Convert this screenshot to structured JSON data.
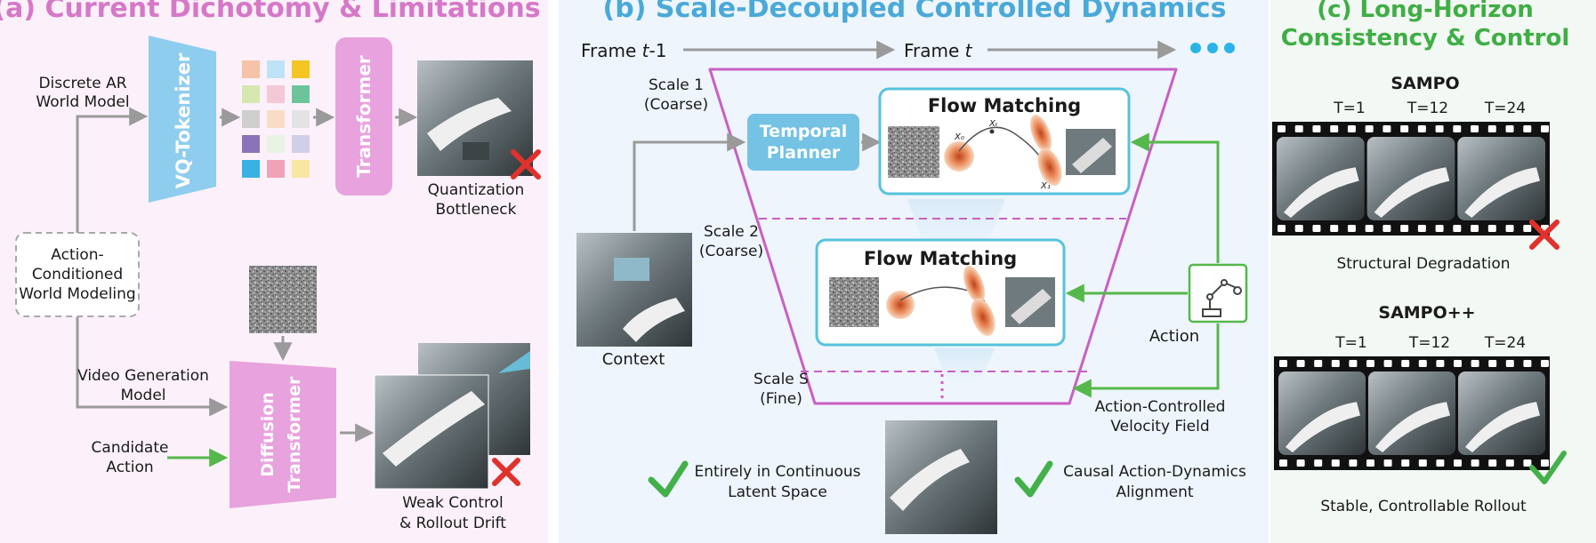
{
  "panel_a": {
    "title": "(a) Current Dichotomy & Limitations",
    "discrete_line1": "Discrete AR",
    "discrete_line2": "World Model",
    "vq_tokenizer": "VQ-Tokenizer",
    "transformer": "Transformer",
    "quant_line1": "Quantization",
    "quant_line2": "Bottleneck",
    "action_line1": "Action-",
    "action_line2": "Conditioned",
    "action_line3": "World Modeling",
    "video_line1": "Video Generation",
    "video_line2": "Model",
    "candidate_line1": "Candidate",
    "candidate_line2": "Action",
    "diffusion_line1": "Diffusion",
    "diffusion_line2": "Transformer",
    "weak_line1": "Weak Control",
    "weak_line2": "& Rollout Drift",
    "token_colors": [
      "#f6c3a8",
      "#bfe3f6",
      "#f3c623",
      "#d4e8b0",
      "#f4c9d6",
      "#6cc59a",
      "#cfcfcf",
      "#f8dcc6",
      "#e3e3e3",
      "#8a73b8",
      "#e9f3e3",
      "#cfcfe9",
      "#38b2e3",
      "#f0a3b6",
      "#f8e6a2"
    ]
  },
  "panel_b": {
    "title": "(b) Scale-Decoupled Controlled Dynamics",
    "frame_prev_prefix": "Frame ",
    "frame_prev_var": "t",
    "frame_prev_suffix": "-1",
    "frame_cur_prefix": "Frame ",
    "frame_cur_var": "t",
    "scale1_line1": "Scale 1",
    "scale1_line2": "(Coarse)",
    "scale2_line1": "Scale 2",
    "scale2_line2": "(Coarse)",
    "scaleS_line1": "Scale S",
    "scaleS_line2": "(Fine)",
    "temporal_line1": "Temporal",
    "temporal_line2": "Planner",
    "flow_matching_1": "Flow Matching",
    "flow_matching_2": "Flow Matching",
    "x0": "X₀",
    "xt": "Xₜ",
    "x1": "X₁",
    "context": "Context",
    "action": "Action",
    "velocity_line1": "Action-Controlled",
    "velocity_line2": "Velocity Field",
    "check1_line1": "Entirely in Continuous",
    "check1_line2": "Latent Space",
    "check2_line1": "Causal Action-Dynamics",
    "check2_line2": "Alignment"
  },
  "panel_c": {
    "title_line1": "(c) Long-Horizon",
    "title_line2": "Consistency & Control",
    "sampo": "SAMPO",
    "sampo_pp": "SAMPO++",
    "t1": "T=1",
    "t12": "T=12",
    "t24": "T=24",
    "structural": "Structural Degradation",
    "stable": "Stable, Controllable Rollout"
  },
  "colors": {
    "pink_panel": "#fcf1fa",
    "blue_panel": "#eef5fd",
    "green_panel": "#f2f8f3",
    "pink": "#e8a2dd",
    "blue_box": "#74c2e4",
    "cross": "#e0312c",
    "check": "#43b04a",
    "arrow_gray": "#9a9a9a",
    "arrow_green": "#55b84a",
    "funnel": "#c95fc4",
    "flow_border": "#56c3db"
  }
}
